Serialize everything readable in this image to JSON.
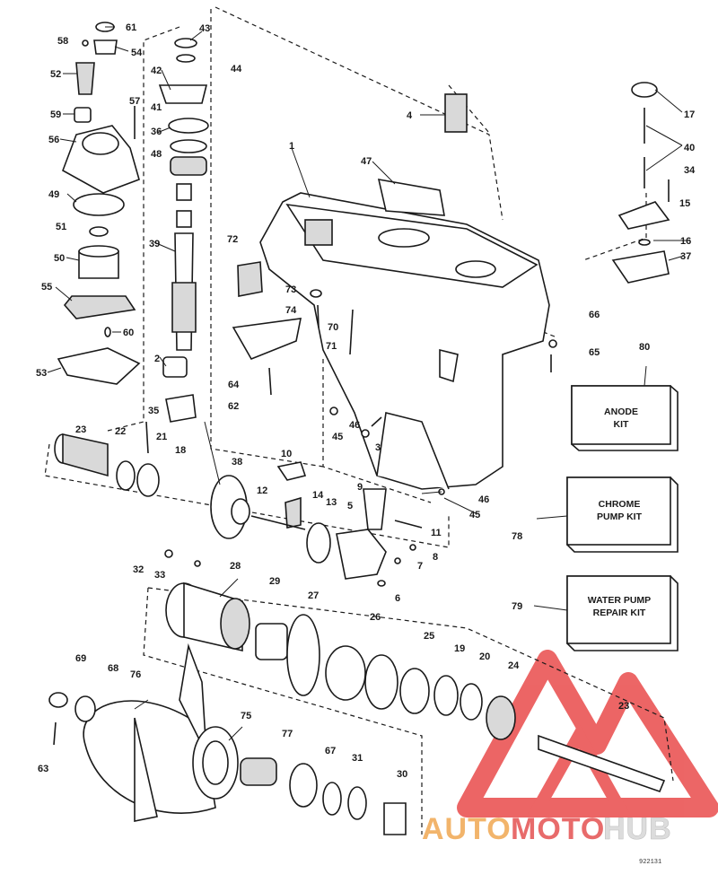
{
  "diagram": {
    "labels": {
      "p1": "1",
      "p2": "2",
      "p3": "3",
      "p4": "4",
      "p5": "5",
      "p6": "6",
      "p7": "7",
      "p8": "8",
      "p9": "9",
      "p10": "10",
      "p11": "11",
      "p12": "12",
      "p13": "13",
      "p14": "14",
      "p15": "15",
      "p16": "16",
      "p17": "17",
      "p18": "18",
      "p19": "19",
      "p20": "20",
      "p21": "21",
      "p22": "22",
      "p23a": "23",
      "p23b": "23",
      "p24": "24",
      "p25": "25",
      "p26": "26",
      "p27": "27",
      "p28": "28",
      "p29": "29",
      "p30": "30",
      "p31": "31",
      "p32": "32",
      "p33": "33",
      "p34": "34",
      "p35": "35",
      "p36": "36",
      "p37": "37",
      "p38": "38",
      "p39": "39",
      "p40": "40",
      "p41": "41",
      "p42": "42",
      "p43": "43",
      "p44": "44",
      "p45a": "45",
      "p45b": "45",
      "p46a": "46",
      "p46b": "46",
      "p47": "47",
      "p48": "48",
      "p49": "49",
      "p50": "50",
      "p51": "51",
      "p52": "52",
      "p53": "53",
      "p54": "54",
      "p55": "55",
      "p56": "56",
      "p57": "57",
      "p58": "58",
      "p59": "59",
      "p60": "60",
      "p61": "61",
      "p62": "62",
      "p63": "63",
      "p64": "64",
      "p65": "65",
      "p66": "66",
      "p67": "67",
      "p68": "68",
      "p69": "69",
      "p70": "70",
      "p71": "71",
      "p72": "72",
      "p73": "73",
      "p74": "74",
      "p75": "75",
      "p76": "76",
      "p77": "77",
      "p78": "78",
      "p79": "79",
      "p80": "80"
    },
    "kits": {
      "anode": {
        "line1": "ANODE",
        "line2": "KIT"
      },
      "chrome": {
        "line1": "CHROME",
        "line2": "PUMP KIT"
      },
      "water": {
        "line1": "WATER PUMP",
        "line2": "REPAIR KIT"
      }
    },
    "drawing_code": "922131"
  },
  "watermark": {
    "part_auto": "AUTO",
    "part_moto": "MOTO",
    "part_hub": "HUB",
    "colors": {
      "auto": "#f2b46b",
      "moto": "#e86b6b",
      "hub": "#e0e0e0",
      "triangle": "#e94b4b"
    }
  }
}
